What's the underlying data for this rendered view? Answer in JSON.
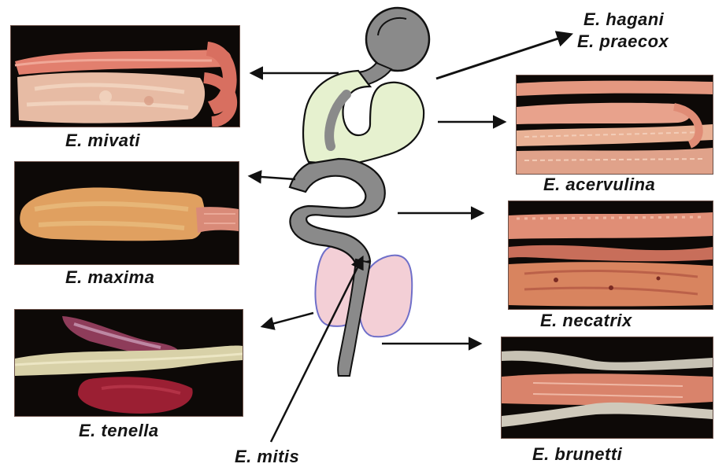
{
  "labels": {
    "mivati": "E. mivati",
    "maxima": "E. maxima",
    "tenella": "E. tenella",
    "mitis": "E. mitis",
    "hagani": "E. hagani",
    "praecox": "E. praecox",
    "acervulina": "E. acervulina",
    "necatrix": "E. necatrix",
    "brunetti": "E. brunetti"
  },
  "colors": {
    "background": "#ffffff",
    "label_text": "#141414",
    "gizzard_gray": "#8a8a8a",
    "duodenum_loop": "#e6f1cf",
    "ceca_pink": "#f3cfd6",
    "ceca_outline": "#6f6fc9",
    "photo_background": "#0d0907",
    "tissue_pink": "#e8917a",
    "tenella_hemorrhage": "#8c1a2c"
  },
  "photos": [
    {
      "name": "mivati-lesion-photo"
    },
    {
      "name": "maxima-lesion-photo"
    },
    {
      "name": "tenella-lesion-photo"
    },
    {
      "name": "acervulina-lesion-photo"
    },
    {
      "name": "necatrix-lesion-photo"
    },
    {
      "name": "brunetti-lesion-photo"
    }
  ]
}
